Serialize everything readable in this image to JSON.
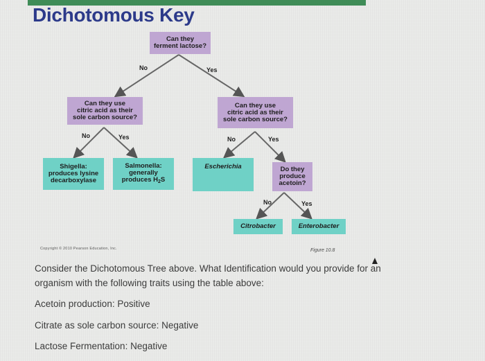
{
  "title": "Dichotomous Key",
  "key": {
    "root": "Can they\nferment lactose?",
    "no": "No",
    "yes": "Yes",
    "left_question": "Can they use\ncitric acid as their\nsole carbon source?",
    "right_question": "Can they use\ncitric acid as their\nsole carbon source?",
    "left_no": "No",
    "left_yes": "Yes",
    "right_no": "No",
    "right_yes": "Yes",
    "shigella": "Shigella:\nproduces lysine\ndecarboxylase",
    "salmonella_prefix": "Salmonella:\ngenerally\nproduces H",
    "salmonella_sub": "2",
    "salmonella_suffix": "S",
    "escherichia": "Escherichia",
    "acetoin_question": "Do they\nproduce\nacetoin?",
    "acetoin_no": "No",
    "acetoin_yes": "Yes",
    "citrobacter": "Citrobacter",
    "enterobacter": "Enterobacter"
  },
  "copyright": "Copyright © 2010 Pearson Education, Inc.",
  "figure_label": "Figure 10.8",
  "question": {
    "line1": "Consider the Dichotomous Tree above. What Identification would you provide for an",
    "line2": "organism with the following traits using the table above:",
    "trait1": "Acetoin production: Positive",
    "trait2": "Citrate as sole carbon source: Negative",
    "trait3": "Lactose Fermentation: Negative"
  },
  "colors": {
    "question_box": "#bfa6d2",
    "result_box": "#6fd1c6",
    "title": "#2c3a8a",
    "header_bar": "#3f8c57"
  }
}
